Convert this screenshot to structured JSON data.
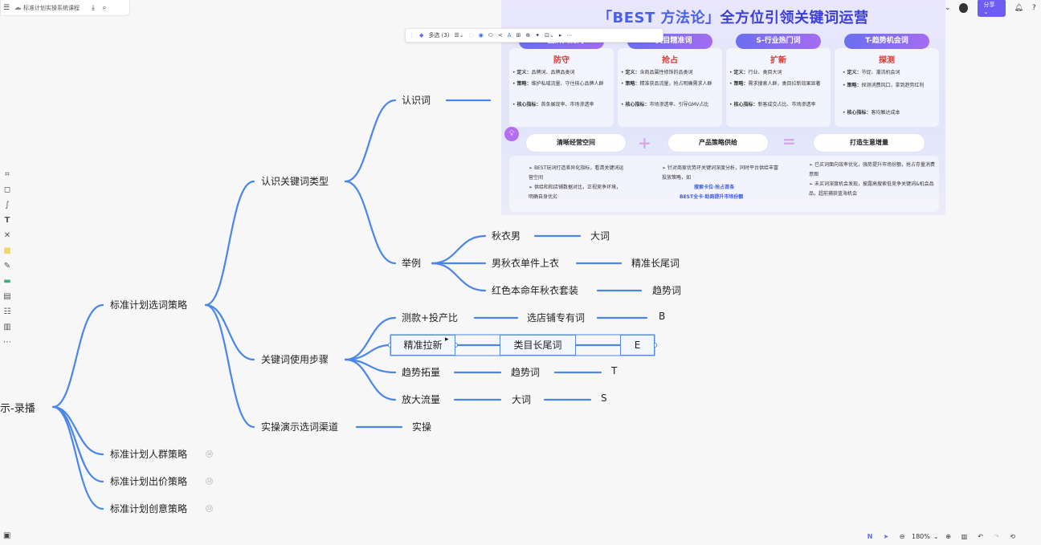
{
  "topbar": {
    "menu_icon": "menu-icon",
    "doc_title": "标准计划实操系统课程",
    "share_label": "分享",
    "icons": [
      "play-icon",
      "chat-icon",
      "timer-icon",
      "comment-icon",
      "pin-icon",
      "more-icon"
    ]
  },
  "toolbar": {
    "multi_select": "多选 (3)",
    "icons": [
      "align-icon",
      "fill-icon",
      "border-color-icon",
      "shape-icon",
      "connector-icon",
      "text-color-icon",
      "frame-icon",
      "add-icon",
      "style-icon",
      "lock-icon",
      "embed-icon",
      "more-icon"
    ]
  },
  "left_tools": [
    "frame-icon",
    "shape-icon",
    "pen-icon",
    "text-icon",
    "connector-icon",
    "sticky-note-icon",
    "brush-icon",
    "line-icon",
    "card-icon",
    "table-icon",
    "template-icon",
    "more-icon"
  ],
  "image_panel": {
    "title_open": "「BEST 方法论」",
    "title_rest": "全方位引领关键词运营",
    "cards": [
      {
        "head": "B-品牌关键词",
        "sub": "防守",
        "lines": [
          [
            "定义：",
            "品牌词、品牌品类词"
          ],
          [
            "策略：",
            "维护私域流量、守住核心品牌人群"
          ],
          [
            "核心指标：",
            "首条展现率、市场渗透率"
          ]
        ]
      },
      {
        "head": "E-类目精准词",
        "sub": "抢占",
        "lines": [
          [
            "定义：",
            "含商品属性修饰的品类词"
          ],
          [
            "策略：",
            "精准获品流量，抢占明确需求人群"
          ],
          [
            "核心指标：",
            "市场渗透率、引导GMV占比"
          ]
        ]
      },
      {
        "head": "S-行业热门词",
        "sub": "扩新",
        "lines": [
          [
            "定义：",
            "行业、类目大词"
          ],
          [
            "策略：",
            "需求搜索人群，类目拉新效果显著"
          ],
          [
            "核心指标：",
            "新客成交占比、市场渗透率"
          ]
        ]
      },
      {
        "head": "T-趋势机会词",
        "sub": "探测",
        "lines": [
          [
            "定义：",
            "节促、潮流机会词"
          ],
          [
            "策略：",
            "探测消费风口，拿到趋势红利"
          ],
          [
            "核心指标：",
            "客均触达成本"
          ]
        ]
      }
    ],
    "pills": [
      "清晰经营空间",
      "产品策略供给",
      "打造生意增量"
    ],
    "plus": "+",
    "equals": "=",
    "notes": [
      [
        "BEST玩词打造差异化指标，看清关键词运营空间",
        "供给和和店铺数据对比，正视竞争环境，明确自身优劣"
      ],
      [
        "针对商家优势环关键词深度分析，同时平台供给丰富投放策略，如",
        "搜索卡位·抢占首条",
        "BEST全卡·助商提升市场份额"
      ],
      [
        "已买词面向效率优化，强势提升市场份额，抢占存量消费意图",
        "未买词深度机会发现，披露高搜索低竞争关键词&机会品品，超前捕获蓝海机会"
      ]
    ]
  },
  "mindmap": {
    "root": "示-录播",
    "level1": [
      "标准计划选词策略",
      "标准计划人群策略",
      "标准计划出价策略",
      "标准计划创意策略"
    ],
    "badges": [
      "36",
      "34",
      "22"
    ],
    "level2": [
      "认识关键词类型",
      "关键词使用步骤",
      "实操演示选词渠道"
    ],
    "type_children": [
      "认识词",
      "举例"
    ],
    "examples": [
      {
        "word": "秋衣男",
        "type": "大词"
      },
      {
        "word": "男秋衣单件上衣",
        "type": "精准长尾词"
      },
      {
        "word": "红色本命年秋衣套装",
        "type": "趋势词"
      }
    ],
    "steps": [
      {
        "step": "测款+投产比",
        "kw": "选店铺专有词",
        "code": "B"
      },
      {
        "step": "精准拉新",
        "kw": "类目长尾词",
        "code": "E"
      },
      {
        "step": "趋势拓量",
        "kw": "趋势词",
        "code": "T"
      },
      {
        "step": "放大流量",
        "kw": "大词",
        "code": "S"
      }
    ],
    "practice": "实操"
  },
  "bottombar": {
    "zoom": "180%",
    "icons": [
      "ai-icon",
      "cursor-icon",
      "zoom-out-icon",
      "zoom-in-icon",
      "book-icon",
      "undo-icon",
      "redo-icon",
      "history-icon"
    ],
    "left_icon": "minimap-icon"
  },
  "colors": {
    "link": "#4a86e8",
    "accent": "#6d5df5",
    "title": "#3b3fd6",
    "red": "#e0362c"
  }
}
